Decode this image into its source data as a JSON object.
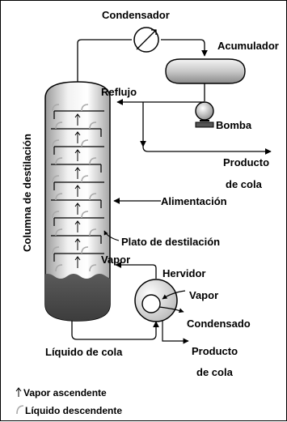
{
  "labels": {
    "condensador": "Condensador",
    "acumulador": "Acumulador",
    "reflujo": "Reflujo",
    "bomba": "Bomba",
    "producto_tope": "Producto",
    "de_cola_tope": "de cola",
    "columna": "Columna de destilación",
    "alimentacion": "Alimentación",
    "plato": "Plato de destilación",
    "vapor_columna": "Vapor",
    "hervidor": "Hervidor",
    "vapor_hervidor": "Vapor",
    "condensado": "Condensado",
    "producto_fondo": "Producto",
    "de_cola_fondo": "de cola",
    "liquido_de_cola": "Líquido de cola"
  },
  "legend": {
    "vapor_ascendente": "Vapor ascendente",
    "liquido_descendente": "Líquido descendente"
  }
}
